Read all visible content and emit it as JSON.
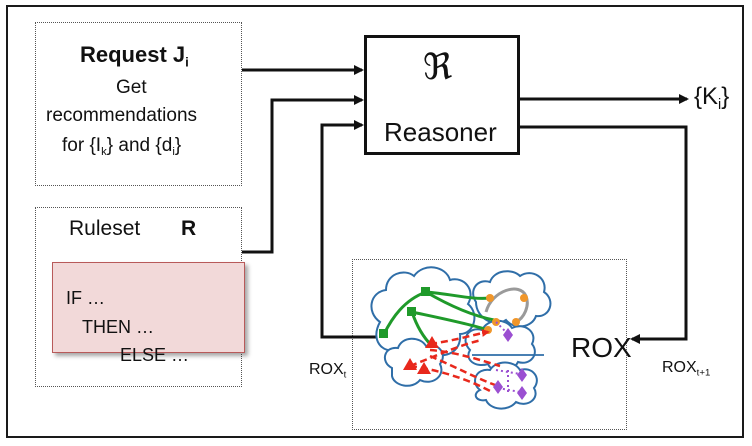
{
  "request": {
    "title": "Request J",
    "title_sub": "i",
    "line1": "Get",
    "line2": "recommendations",
    "line3_pre": "for {I",
    "line3_sub1": "k",
    "line3_mid": "} and {d",
    "line3_sub2": "i",
    "line3_post": "}"
  },
  "ruleset": {
    "label": "Ruleset",
    "symbol": "R",
    "rules": [
      "IF …",
      "THEN …",
      "ELSE …"
    ]
  },
  "reasoner": {
    "symbol": "ℜ",
    "label": "Reasoner"
  },
  "output": {
    "pre": "{K",
    "sub": "i",
    "post": "}"
  },
  "rox": {
    "label": "ROX",
    "in_label": "ROX",
    "in_sub": "t",
    "out_label": "ROX",
    "out_sub": "t+1"
  },
  "colors": {
    "cloud": "#2f6ea8",
    "green": "#1f9a2a",
    "red": "#e8281c",
    "orange": "#f0962a",
    "purple": "#9b4fd1",
    "rule_fill": "#f2d9d9",
    "rule_border": "#b85a5a"
  }
}
